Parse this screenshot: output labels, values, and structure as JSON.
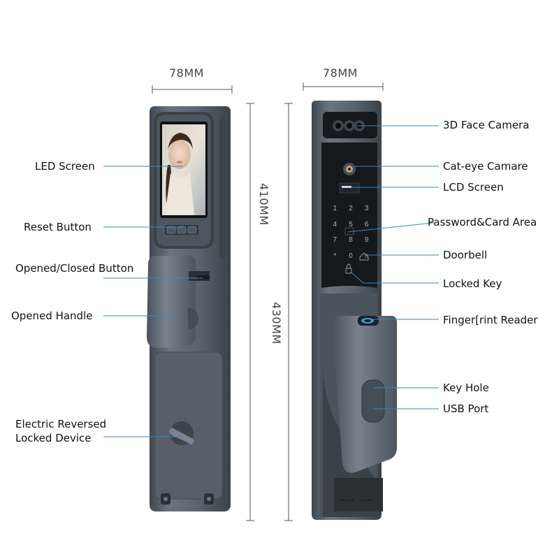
{
  "dimensions": {
    "front_width": "78MM",
    "back_width": "78MM",
    "front_height": "410MM",
    "back_height": "430MM"
  },
  "left_labels": {
    "led_screen": "LED Screen",
    "reset_button": "Reset Button",
    "opened_closed_button": "Opened/Closed Button",
    "opened_handle": "Opened Handle",
    "electric_reversed_line1": "Electric Reversed",
    "electric_reversed_line2": "Locked Device"
  },
  "right_labels": {
    "face_camera": "3D Face Camera",
    "cat_eye": "Cat-eye Camare",
    "lcd_screen": "LCD Screen",
    "password_card": "Password&Card Area",
    "doorbell": "Doorbell",
    "locked_key": "Locked Key",
    "fingerprint": "Finger[rint Reader",
    "key_hole": "Key Hole",
    "usb_port": "USB Port"
  },
  "keypad": {
    "keys": [
      "1",
      "2",
      "3",
      "4",
      "5",
      "6",
      "7",
      "8",
      "9",
      "*",
      "0",
      "⌂"
    ]
  },
  "colors": {
    "lock_body": "#5a6470",
    "lock_dark": "#2c323a",
    "panel_black": "#15181c",
    "callout_line": "#3a86c8"
  }
}
